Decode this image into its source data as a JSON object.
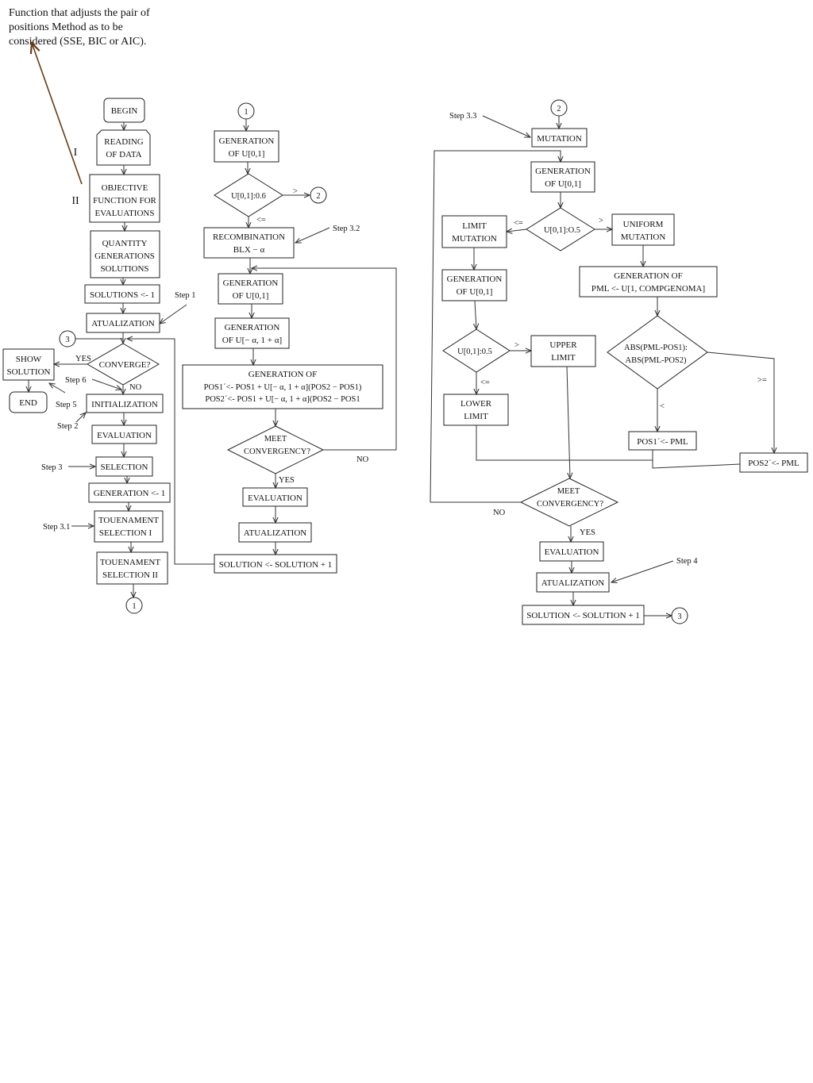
{
  "note": "Function that adjusts the pair of positions Method as to be considered (SSE, BIC or AIC).",
  "markers": {
    "i1": "I",
    "i2": "II"
  },
  "col1": {
    "begin": "BEGIN",
    "reading": [
      "READING",
      "OF DATA"
    ],
    "objective": [
      "OBJECTIVE",
      "FUNCTION FOR",
      "EVALUATIONS"
    ],
    "quantity": [
      "QUANTITY",
      "GENERATIONS",
      "SOLUTIONS"
    ],
    "solutions_init": "SOLUTIONS <- 1",
    "atualization": "ATUALIZATION",
    "connector_3": "3",
    "converge": "CONVERGE?",
    "yes": "YES",
    "no": "NO",
    "show_solution": [
      "SHOW",
      "SOLUTION"
    ],
    "end": "END",
    "initialization": "INITIALIZATION",
    "evaluation": "EVALUATION",
    "selection": "SELECTION",
    "generation_init": "GENERATION <- 1",
    "tournament1": [
      "TOUENAMENT",
      "SELECTION I"
    ],
    "tournament2": [
      "TOUENAMENT",
      "SELECTION II"
    ],
    "connector_1": "1",
    "step1": "Step 1",
    "step2": "Step 2",
    "step3": "Step 3",
    "step31": "Step 3.1",
    "step5": "Step 5",
    "step6": "Step 6"
  },
  "col2": {
    "connector_1": "1",
    "gen_u01": [
      "GENERATION",
      "OF U[0,1]"
    ],
    "decision": "U[0,1]:0.6",
    "gt": ">",
    "le": "<=",
    "connector_2": "2",
    "recombination": [
      "RECOMBINATION",
      "BLX − α"
    ],
    "step32": "Step 3.2",
    "gen_u01_b": [
      "GENERATION",
      "OF U[0,1]"
    ],
    "gen_alpha": [
      "GENERATION",
      "OF U[− α, 1 + α]"
    ],
    "gen_pos": [
      "GENERATION  OF",
      "POS1´<- POS1 + U[− α, 1 + α](POS2 − POS1)",
      "POS2´<- POS1 + U[− α, 1 + α](POS2 − POS1"
    ],
    "meet": [
      "MEET",
      "CONVERGENCY?"
    ],
    "no": "NO",
    "yes": "YES",
    "evaluation": "EVALUATION",
    "atualization": "ATUALIZATION",
    "solution_inc": "SOLUTION <- SOLUTION + 1"
  },
  "col3": {
    "connector_2": "2",
    "step33": "Step 3.3",
    "mutation": "MUTATION",
    "gen_u01": [
      "GENERATION",
      "OF U[0,1]"
    ],
    "decision": "U[0,1]:O.5",
    "le": "<=",
    "gt": ">",
    "limit_mutation": [
      "LIMIT",
      "MUTATION"
    ],
    "uniform_mutation": [
      "UNIFORM",
      "MUTATION"
    ],
    "gen_u01_b": [
      "GENERATION",
      "OF U[0,1]"
    ],
    "gen_pml": [
      "GENERATION  OF",
      "PML <- U[1, COMPGENOMA]"
    ],
    "decision2": "U[0,1]:0.5",
    "gt2": ">",
    "le2": "<=",
    "upper_limit": [
      "UPPER",
      "LIMIT"
    ],
    "lower_limit": [
      "LOWER",
      "LIMIT"
    ],
    "abs": [
      "ABS(PML-POS1):",
      "ABS(PML-POS2)"
    ],
    "lt": "<",
    "ge": ">=",
    "pos1": "POS1´<- PML",
    "pos2": "POS2´<- PML",
    "meet": [
      "MEET",
      "CONVERGENCY?"
    ],
    "no": "NO",
    "yes": "YES",
    "evaluation": "EVALUATION",
    "atualization": "ATUALIZATION",
    "step4": "Step 4",
    "solution_inc": "SOLUTION <- SOLUTION + 1",
    "connector_3": "3"
  }
}
